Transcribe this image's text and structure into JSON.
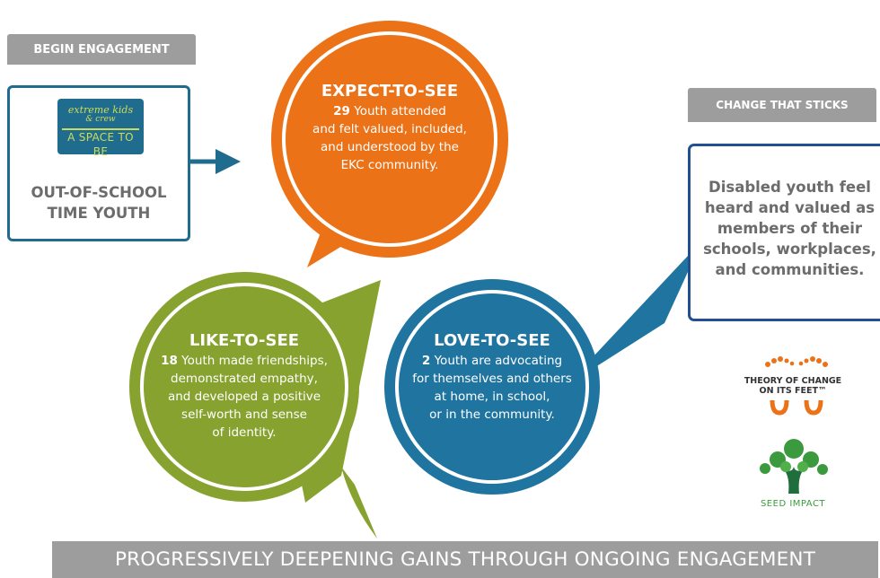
{
  "begin": {
    "tag": "BEGIN ENGAGEMENT",
    "logo": {
      "line1": "extreme kids",
      "line2": "& crew",
      "line3": "A SPACE TO BE"
    },
    "title": "OUT-OF-SCHOOL\nTIME YOUTH"
  },
  "expect": {
    "title": "EXPECT-TO-SEE",
    "count": "29",
    "text": " Youth attended\nand felt valued, included,\nand understood by the\nEKC community.",
    "color": "#ec7218"
  },
  "like": {
    "title": "LIKE-TO-SEE",
    "count": "18",
    "text": " Youth made friendships,\ndemonstrated empathy,\nand developed a positive\nself-worth and sense\nof identity.",
    "color": "#87a22f"
  },
  "love": {
    "title": "LOVE-TO-SEE",
    "count": "2",
    "text": " Youth are advocating\nfor themselves and others\nat home, in school,\nor in the community.",
    "color": "#1f75a0"
  },
  "change": {
    "tag": "CHANGE THAT STICKS",
    "text": "Disabled youth feel\nheard and valued as\nmembers of their\nschools, workplaces,\nand communities."
  },
  "logos": {
    "toc": "THEORY OF CHANGE\nON ITS FEET™",
    "seed": "SEED IMPACT"
  },
  "footer": "PROGRESSIVELY DEEPENING GAINS THROUGH ONGOING ENGAGEMENT"
}
